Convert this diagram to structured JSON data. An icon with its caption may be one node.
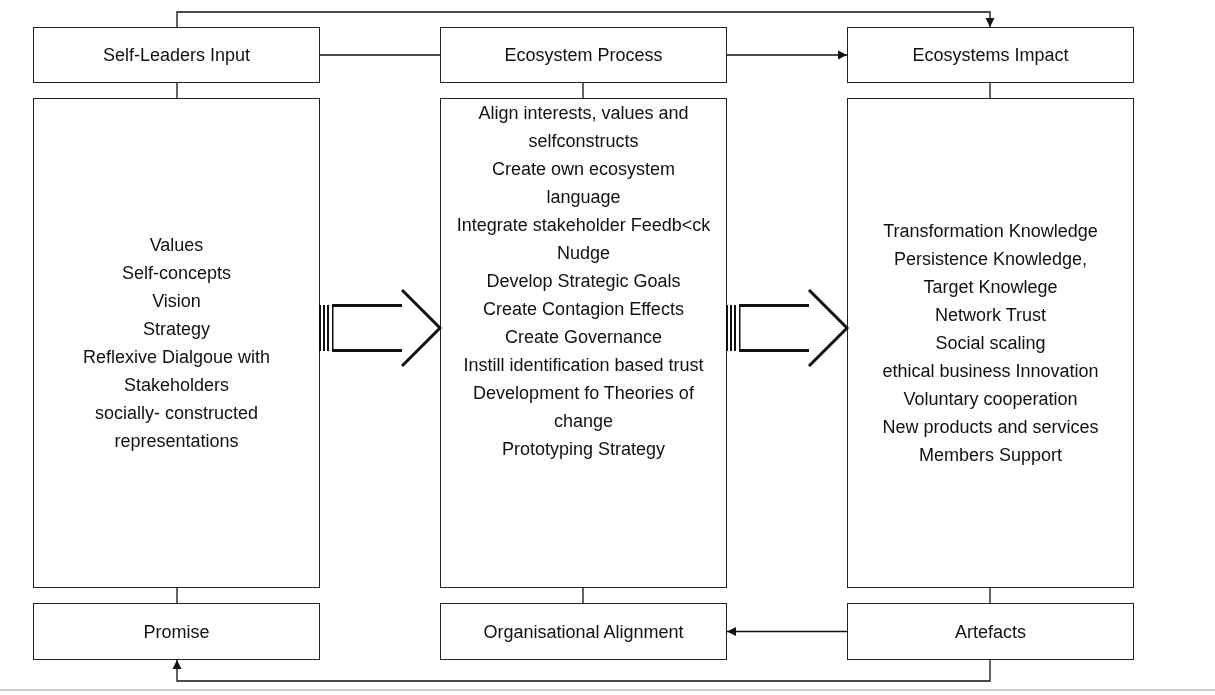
{
  "diagram": {
    "nodes": [
      {
        "text": [
          "Self-Leaders Input"
        ]
      },
      {
        "text": [
          "Ecosystem Process"
        ]
      },
      {
        "text": [
          "Ecosystems Impact"
        ]
      },
      {
        "text": [
          "Values",
          "Self-concepts",
          "Vision",
          "Strategy",
          "Reflexive Dialgoue with Stakeholders",
          "socially- constructed representations"
        ]
      },
      {
        "text": [
          "Align interests, values and selfconstructs",
          "Create own ecosystem language",
          "Integrate stakeholder Feedb<ck",
          "Nudge",
          "Develop Strategic Goals",
          "Create Contagion Effects",
          "Create Governance",
          "Instill identification based trust",
          "Development fo Theories of change",
          "Prototyping Strategy"
        ]
      },
      {
        "text": [
          "Transformation Knowledge",
          "Persistence Knowledge,",
          "Target Knowlege",
          "Network Trust",
          "Social scaling",
          "ethical business Innovation",
          "Voluntary cooperation",
          "New products and services",
          "Members Support"
        ]
      },
      {
        "text": [
          "Promise"
        ]
      },
      {
        "text": [
          "Organisational Alignment"
        ]
      },
      {
        "text": [
          "Artefacts"
        ]
      }
    ],
    "edges": [
      {
        "from": 0,
        "to": 1,
        "arrow": "none"
      },
      {
        "from": 1,
        "to": 2,
        "arrow": "to"
      },
      {
        "from": 0,
        "to": 2,
        "arrow": "to"
      },
      {
        "from": 0,
        "to": 3,
        "arrow": "none"
      },
      {
        "from": 1,
        "to": 4,
        "arrow": "none"
      },
      {
        "from": 2,
        "to": 5,
        "arrow": "none"
      },
      {
        "from": 3,
        "to": 6,
        "arrow": "none"
      },
      {
        "from": 4,
        "to": 7,
        "arrow": "none"
      },
      {
        "from": 5,
        "to": 8,
        "arrow": "none"
      },
      {
        "from": 8,
        "to": 7,
        "arrow": "to"
      },
      {
        "from": 8,
        "to": 6,
        "arrow": "to"
      },
      {
        "from": 3,
        "to": 4,
        "arrow": "to",
        "style": "thick"
      },
      {
        "from": 4,
        "to": 5,
        "arrow": "to",
        "style": "thick"
      }
    ]
  }
}
